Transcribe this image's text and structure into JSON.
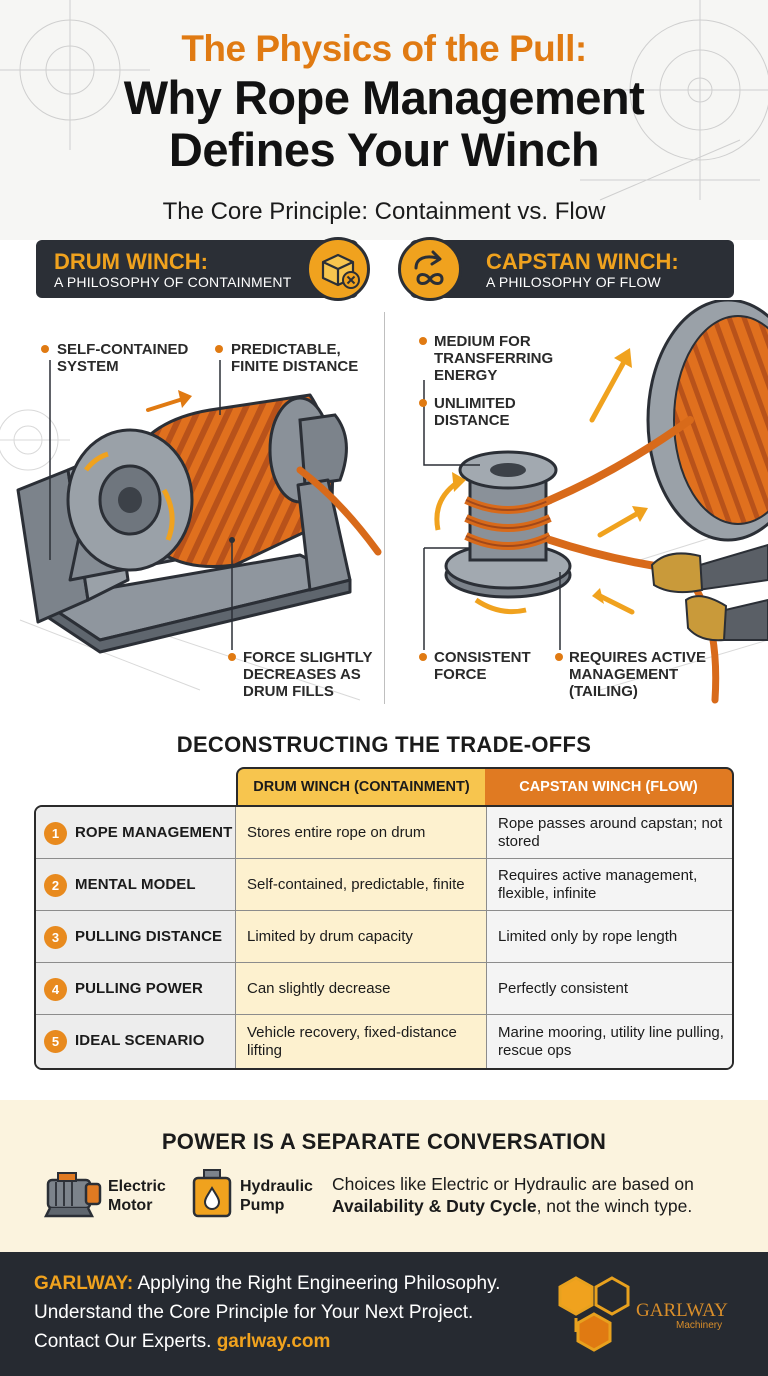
{
  "header": {
    "title_line1": "The Physics of the Pull:",
    "title_line2": "Why Rope Management",
    "title_line3": "Defines Your Winch",
    "subtitle": "The Core Principle: Containment vs. Flow"
  },
  "drum_banner": {
    "title": "DRUM WINCH:",
    "subtitle": "A PHILOSOPHY OF CONTAINMENT",
    "icon": "box-x-icon"
  },
  "capstan_banner": {
    "title": "CAPSTAN WINCH:",
    "subtitle": "A PHILOSOPHY OF FLOW",
    "icon": "arrow-infinity-icon"
  },
  "drum_callouts": {
    "self_contained": [
      "SELF-CONTAINED",
      "SYSTEM"
    ],
    "predictable": [
      "PREDICTABLE,",
      "FINITE DISTANCE"
    ],
    "force": [
      "FORCE SLIGHTLY",
      "DECREASES AS",
      "DRUM FILLS"
    ]
  },
  "capstan_callouts": {
    "medium": [
      "MEDIUM FOR",
      "TRANSFERRING",
      "ENERGY"
    ],
    "unlimited": [
      "UNLIMITED",
      "DISTANCE"
    ],
    "consistent": [
      "CONSISTENT",
      "FORCE"
    ],
    "requires": [
      "REQUIRES ACTIVE",
      "MANAGEMENT",
      "(TAILING)"
    ]
  },
  "tradeoffs": {
    "title": "DECONSTRUCTING THE TRADE-OFFS",
    "headers": [
      "DRUM WINCH (CONTAINMENT)",
      "CAPSTAN WINCH (FLOW)"
    ],
    "rows": [
      {
        "num": "1",
        "label": "ROPE MANAGEMENT",
        "drum": "Stores entire rope on drum",
        "capstan": "Rope passes around capstan; not stored"
      },
      {
        "num": "2",
        "label": "MENTAL MODEL",
        "drum": "Self-contained, predictable, finite",
        "capstan": "Requires active management, flexible, infinite"
      },
      {
        "num": "3",
        "label": "PULLING DISTANCE",
        "drum": "Limited by drum capacity",
        "capstan": "Limited only by rope length"
      },
      {
        "num": "4",
        "label": "PULLING POWER",
        "drum": "Can slightly decrease",
        "capstan": "Perfectly consistent"
      },
      {
        "num": "5",
        "label": "IDEAL SCENARIO",
        "drum": "Vehicle recovery, fixed-distance lifting",
        "capstan": "Marine mooring, utility line pulling, rescue ops"
      }
    ]
  },
  "power": {
    "title": "POWER IS A SEPARATE CONVERSATION",
    "electric": [
      "Electric",
      "Motor"
    ],
    "hydraulic": [
      "Hydraulic",
      "Pump"
    ],
    "desc_start": "Choices like Electric or Hydraulic are based on ",
    "desc_bold": "Availability & Duty Cycle",
    "desc_end": ", not the winch type."
  },
  "footer": {
    "brand": "GARLWAY:",
    "line1_rest": " Applying the Right Engineering Philosophy.",
    "line2": "Understand the Core Principle for Your Next Project.",
    "line3_start": "Contact Our Experts. ",
    "link": "garlway.com",
    "logo_name": "GARLWAY",
    "logo_sub": "Machinery"
  },
  "colors": {
    "accent_orange": "#e07a12",
    "accent_yellow": "#f0a21e",
    "dark": "#2b2f36",
    "rope": "#d86a1a"
  }
}
